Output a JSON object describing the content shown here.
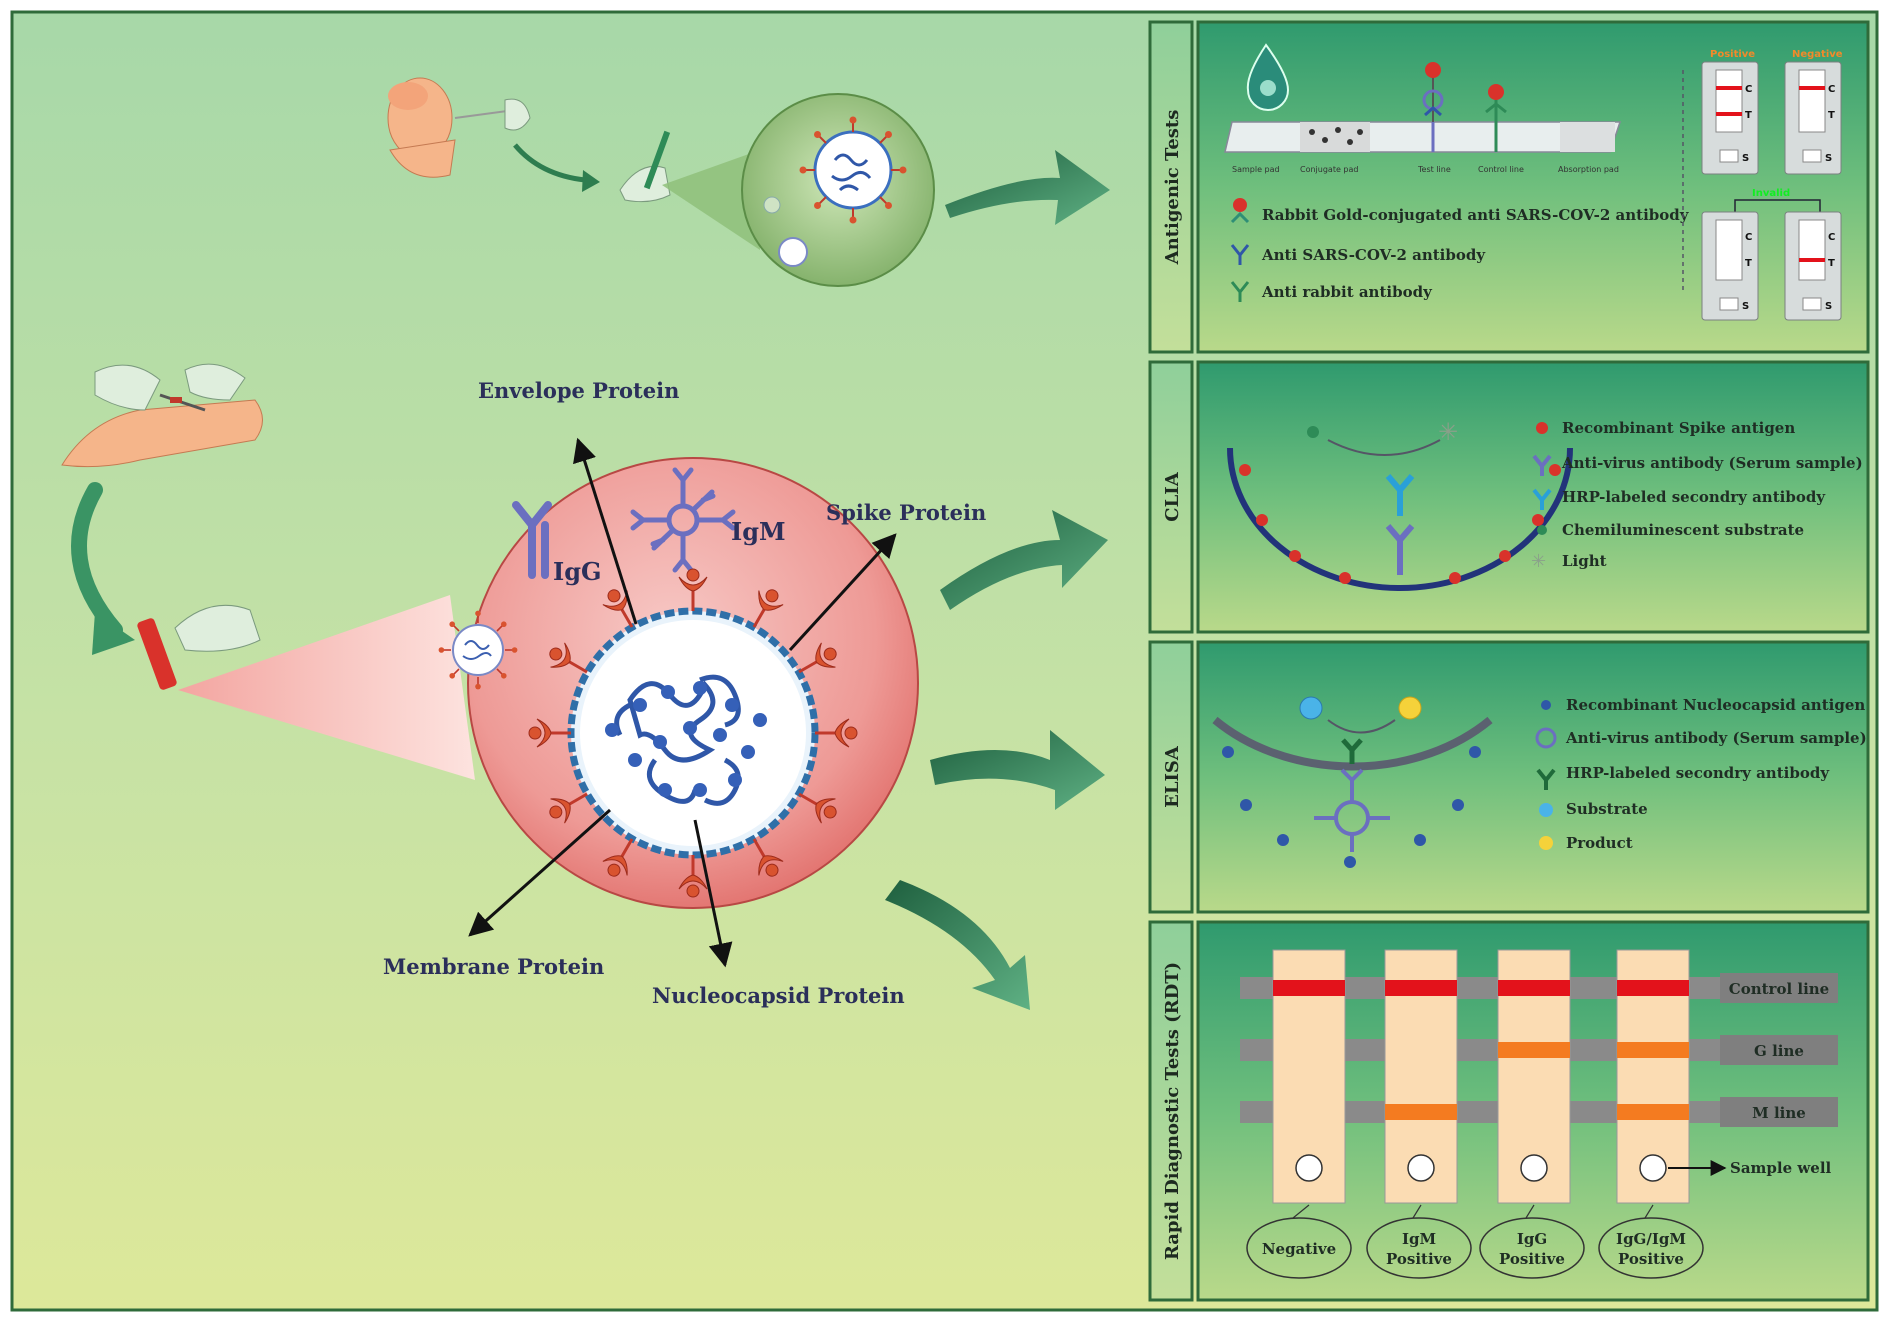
{
  "virion": {
    "envelope": "Envelope Protein",
    "spike": "Spike Protein",
    "membrane": "Membrane Protein",
    "nucleocapsid": "Nucleocapsid Protein",
    "igg": "IgG",
    "igm": "IgM"
  },
  "antigenic": {
    "title": "Antigenic Tests",
    "legend": [
      "Rabbit Gold-conjugated anti SARS-COV-2 antibody",
      "Anti SARS-COV-2 antibody",
      "Anti rabbit antibody"
    ],
    "strip_labels": [
      "Sample pad",
      "Conjugate pad",
      "Test line",
      "Control line",
      "Absorption pad"
    ],
    "result_headers": {
      "positive": "Positive",
      "negative": "Negative",
      "invalid": "Invalid"
    },
    "cassette_marks": {
      "c": "C",
      "t": "T",
      "s": "S"
    }
  },
  "clia": {
    "title": "CLIA",
    "legend": [
      "Recombinant  Spike antigen",
      "Anti-virus antibody (Serum sample)",
      "HRP-labeled  secondry antibody",
      "Chemiluminescent substrate",
      "Light"
    ]
  },
  "elisa": {
    "title": "ELISA",
    "legend": [
      "Recombinant  Nucleocapsid antigen",
      "Anti-virus antibody (Serum sample)",
      "HRP-labeled  secondry antibody",
      "Substrate",
      "Product"
    ]
  },
  "rdt": {
    "title": "Rapid Diagnostic Tests (RDT)",
    "line_labels": [
      "Control line",
      "G line",
      "M line"
    ],
    "sample_well": "Sample well",
    "results": [
      [
        "Negative",
        ""
      ],
      [
        "IgM",
        "Positive"
      ],
      [
        "IgG",
        "Positive"
      ],
      [
        "IgG/IgM",
        "Positive"
      ]
    ]
  },
  "colors": {
    "control_line": "#e3121b",
    "ig_line": "#f47b20",
    "frame": "#2f6b3a",
    "panel_green": "#3f9a6a"
  }
}
